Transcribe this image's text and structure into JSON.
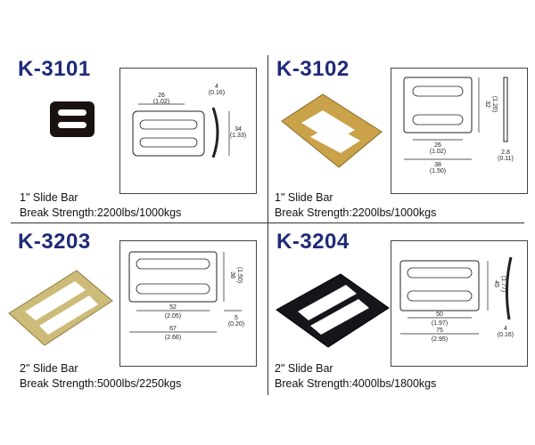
{
  "products": [
    {
      "code": "K-3101",
      "type_label": "1\" Slide Bar",
      "break_strength": "Break Strength:2200lbs/1000kgs",
      "dims": {
        "w_mm": "26",
        "w_in": "(1.02)",
        "t_mm": "4",
        "t_in": "(0.16)",
        "h_mm": "34",
        "h_in": "(1.33)"
      },
      "finish_color": "#1a1210"
    },
    {
      "code": "K-3102",
      "type_label": "1\" Slide Bar",
      "break_strength": "Break Strength:2200lbs/1000kgs",
      "dims": {
        "inner_mm": "26",
        "inner_in": "(1.02)",
        "outer_mm": "38",
        "outer_in": "(1.50)",
        "h_mm": "32",
        "h_in": "(1.26)",
        "t_mm": "2.8",
        "t_in": "(0.11)"
      },
      "finish_color": "#c9a24a"
    },
    {
      "code": "K-3203",
      "type_label": "2\" Slide Bar",
      "break_strength": "Break Strength:5000lbs/2250kgs",
      "dims": {
        "inner_mm": "52",
        "inner_in": "(2.05)",
        "outer_mm": "67",
        "outer_in": "(2.66)",
        "h_mm": "38",
        "h_in": "(1.50)",
        "t_mm": "5",
        "t_in": "(0.20)"
      },
      "finish_color": "#cdbb7a"
    },
    {
      "code": "K-3204",
      "type_label": "2\" Slide Bar",
      "break_strength": "Break Strength:4000lbs/1800kgs",
      "dims": {
        "inner_mm": "50",
        "inner_in": "(1.97)",
        "outer_mm": "75",
        "outer_in": "(2.95)",
        "h_mm": "45",
        "h_in": "(1.77)",
        "t_mm": "4",
        "t_in": "(0.16)"
      },
      "finish_color": "#15151c"
    }
  ]
}
